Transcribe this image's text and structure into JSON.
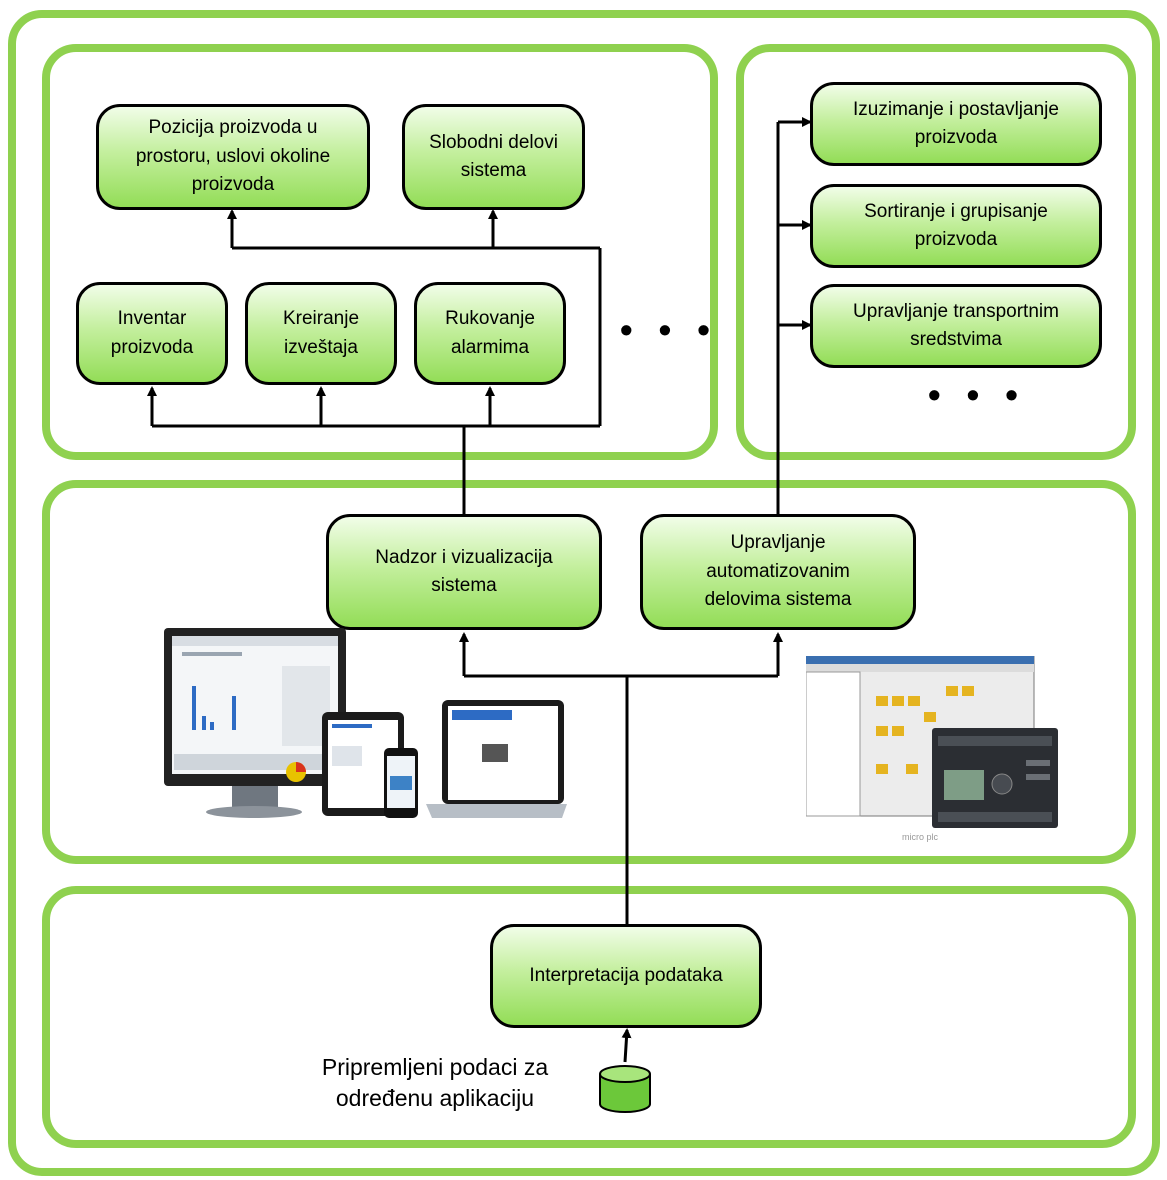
{
  "colors": {
    "frame": "#8fd14f",
    "box_top": "#f1fde8",
    "box_bottom": "#93dd57",
    "line": "#000000"
  },
  "nodes": {
    "pozicija": [
      "Pozicija proizvoda u",
      "prostoru, uslovi okoline",
      "proizvoda"
    ],
    "slobodni": [
      "Slobodni delovi",
      "sistema"
    ],
    "inventar": [
      "Inventar",
      "proizvoda"
    ],
    "kreiranje": [
      "Kreiranje",
      "izveštaja"
    ],
    "rukovanje": [
      "Rukovanje",
      "alarmima"
    ],
    "izuzimanje": [
      "Izuzimanje i postavljanje",
      "proizvoda"
    ],
    "sortiranje": [
      "Sortiranje i grupisanje",
      "proizvoda"
    ],
    "transport": [
      "Upravljanje transportnim",
      "sredstvima"
    ],
    "nadzor": [
      "Nadzor i vizualizacija",
      "sistema"
    ],
    "upravljanje": [
      "Upravljanje",
      "automatizovanim",
      "delovima sistema"
    ],
    "interpretacija": [
      "Interpretacija podataka"
    ]
  },
  "ellipsis": "• • •",
  "data_source": {
    "label_line1": "Pripremljeni podaci za",
    "label_line2": "određenu aplikaciju",
    "icon": "database-icon"
  },
  "images": {
    "devices": "devices-illustration",
    "plc": "plc-software-illustration",
    "plc_caption": "micro plc"
  }
}
